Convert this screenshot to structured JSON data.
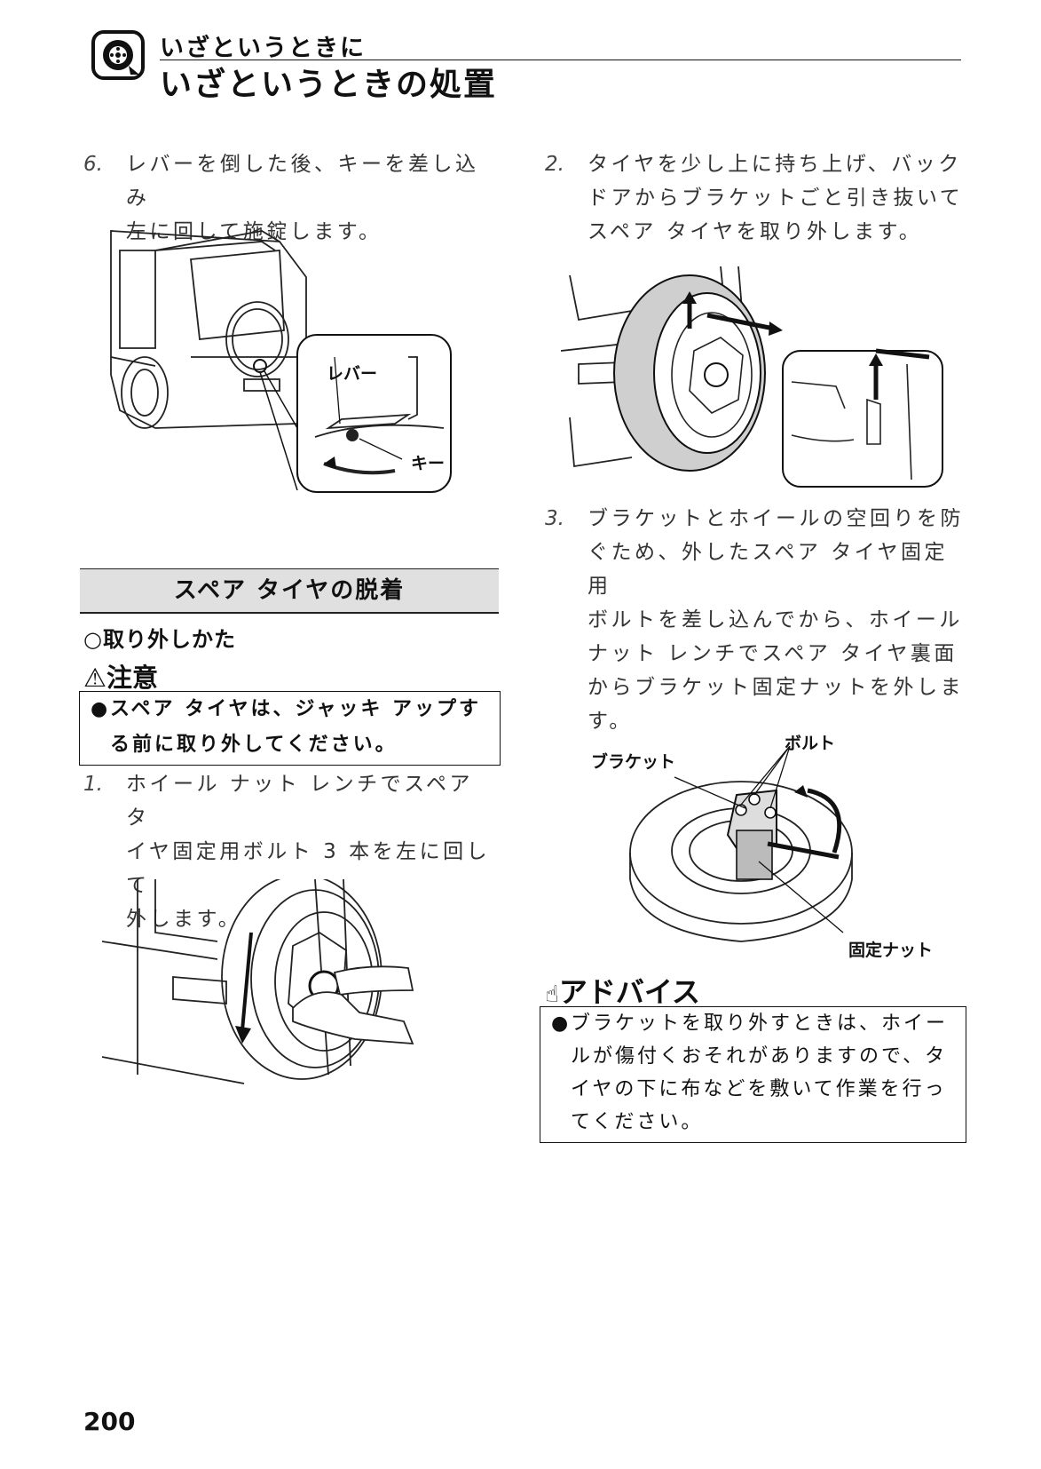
{
  "header": {
    "subtitle": "いざというときに",
    "title": "いざというときの処置",
    "icon": "wheel-icon"
  },
  "left_column": {
    "step6": {
      "number": "6.",
      "lines": [
        "レバーを倒した後、キーを差し込み",
        "左に回して施錠します。"
      ]
    },
    "fig1_labels": {
      "lever": "レバー",
      "key": "キー"
    },
    "section_title": "スペア タイヤの脱着",
    "subsection": "○取り外しかた",
    "caution_title": "注意",
    "caution_lines": [
      "スペア タイヤは、ジャッキ アップす",
      "る前に取り外してください。"
    ],
    "step1": {
      "number": "1.",
      "lines": [
        "ホイール ナット レンチでスペア タ",
        "イヤ固定用ボルト 3 本を左に回して",
        "外します。"
      ]
    }
  },
  "right_column": {
    "step2": {
      "number": "2.",
      "lines": [
        "タイヤを少し上に持ち上げ、バック",
        "ドアからブラケットごと引き抜いて",
        "スペア タイヤを取り外します。"
      ]
    },
    "step3": {
      "number": "3.",
      "lines": [
        "ブラケットとホイールの空回りを防",
        "ぐため、外したスペア タイヤ固定用",
        "ボルトを差し込んでから、ホイール",
        "ナット レンチでスペア タイヤ裏面",
        "からブラケット固定ナットを外しま",
        "す。"
      ]
    },
    "fig4_labels": {
      "bracket": "ブラケット",
      "bolt": "ボルト",
      "nut": "固定ナット"
    },
    "advice_title": "アドバイス",
    "advice_lines": [
      "ブラケットを取り外すときは、ホイー",
      "ルが傷付くおそれがありますので、タ",
      "イヤの下に布などを敷いて作業を行っ",
      "てください。"
    ]
  },
  "footer": {
    "page_number": "200"
  },
  "colors": {
    "text": "#111111",
    "section_fill": "#e0e0e0"
  }
}
